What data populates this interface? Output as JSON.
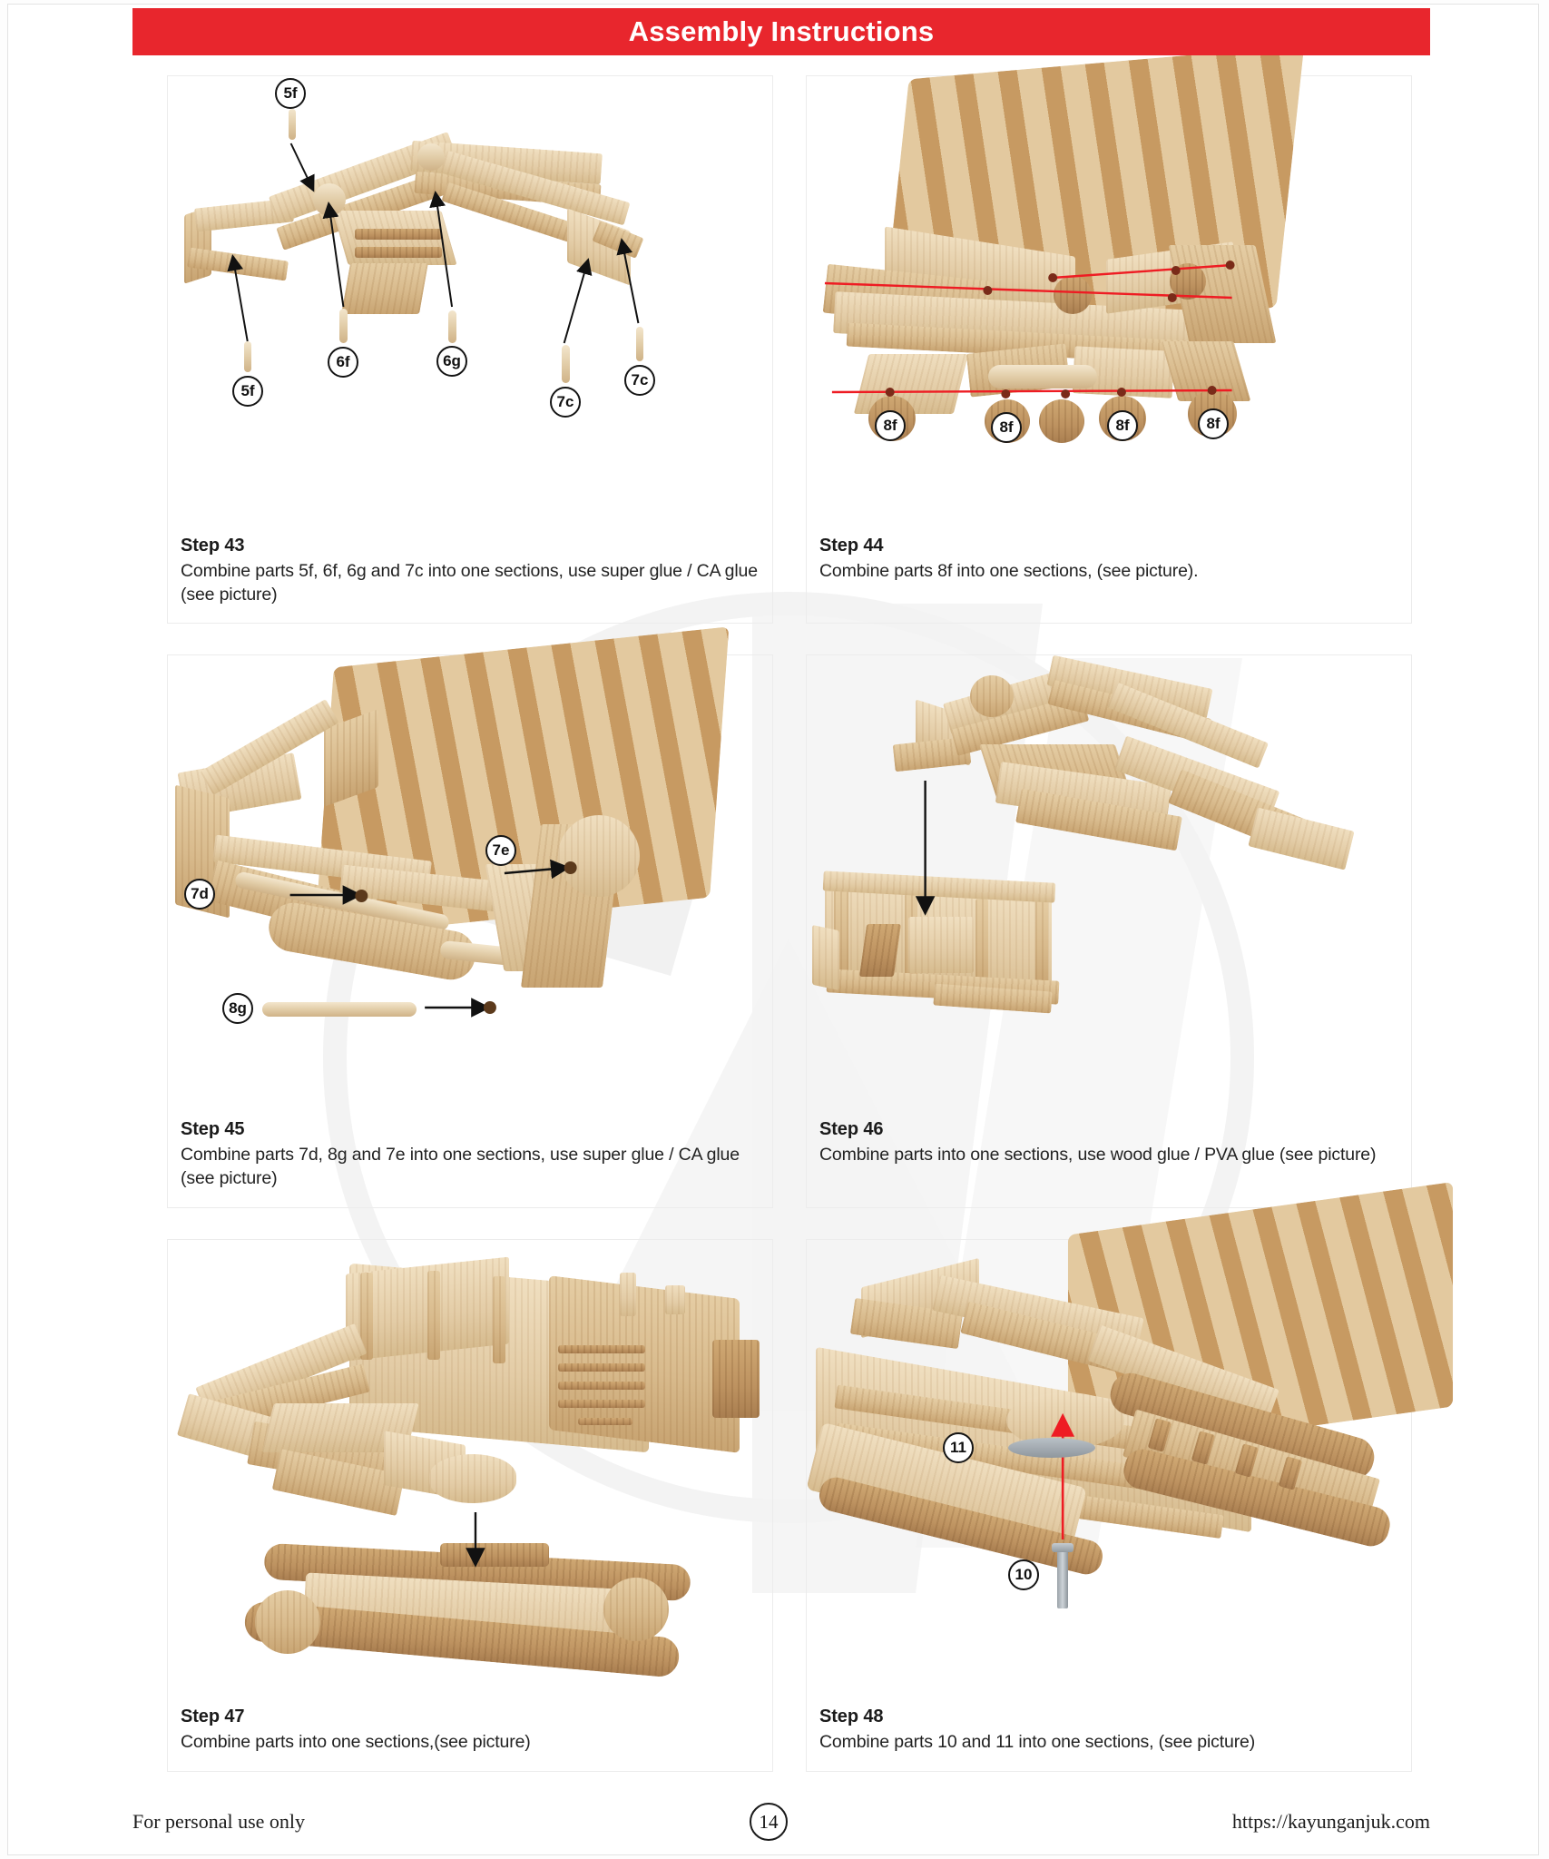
{
  "document": {
    "header_title": "Assembly Instructions",
    "header_color": "#e8262d"
  },
  "footer": {
    "left_text": "For personal use only",
    "page_number": "14",
    "url": "https://kayunganjuk.com"
  },
  "steps": [
    {
      "id": "step-43",
      "label": "Step 43",
      "description": "Combine parts 5f, 6f, 6g and 7c into one sections, use super glue / CA glue (see picture)",
      "callouts": [
        "5f",
        "5f",
        "6f",
        "6g",
        "7c",
        "7c"
      ]
    },
    {
      "id": "step-44",
      "label": "Step 44",
      "description": "Combine parts 8f into one sections, (see picture).",
      "callouts": [
        "8f",
        "8f",
        "8f",
        "8f"
      ]
    },
    {
      "id": "step-45",
      "label": "Step 45",
      "description": "Combine parts 7d, 8g and 7e into one sections, use super glue / CA glue (see picture)",
      "callouts": [
        "7e",
        "7d",
        "8g"
      ]
    },
    {
      "id": "step-46",
      "label": "Step 46",
      "description": "Combine parts into one sections, use wood glue / PVA glue (see picture)",
      "callouts": []
    },
    {
      "id": "step-47",
      "label": "Step 47",
      "description": "Combine parts into one sections,(see picture)",
      "callouts": []
    },
    {
      "id": "step-48",
      "label": "Step 48",
      "description": "Combine parts 10 and 11 into one sections, (see picture)",
      "callouts": [
        "11",
        "10"
      ]
    }
  ]
}
